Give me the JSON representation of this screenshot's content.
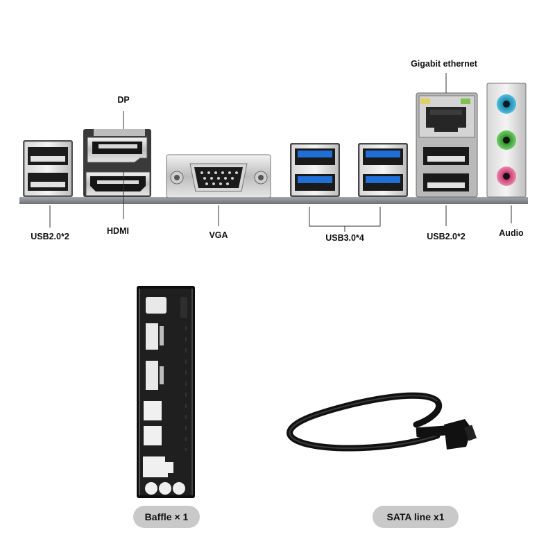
{
  "labels": {
    "usb20_left": "USB2.0*2",
    "dp": "DP",
    "hdmi": "HDMI",
    "vga": "VGA",
    "usb30": "USB3.0*4",
    "gigabit": "Gigabit ethernet",
    "usb20_right": "USB2.0*2",
    "audio": "Audio"
  },
  "accessories": {
    "baffle": "Baffle × 1",
    "sata": "SATA line x1"
  },
  "colors": {
    "usb3_blue": "#1f6fd6",
    "audio_blue": "#3aa6c9",
    "audio_green": "#4fb04a",
    "audio_pink": "#d9588a",
    "plate_gray": "#8f9196",
    "pill_gray": "#c9c9c9"
  }
}
